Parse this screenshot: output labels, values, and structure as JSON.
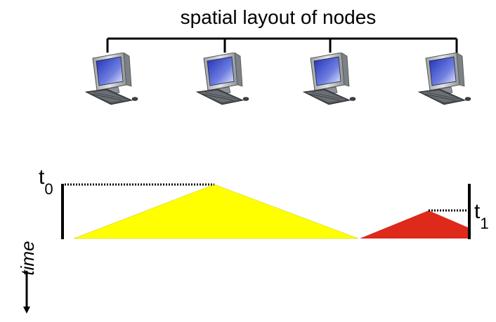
{
  "title": "spatial layout of nodes",
  "time_label": "time",
  "marker_start": {
    "base": "t",
    "sub": "0"
  },
  "marker_end": {
    "base": "t",
    "sub": "1"
  },
  "node_count": 4,
  "colors": {
    "first_transmission": "#ffff00",
    "second_transmission": "#dd2a1b",
    "line": "#000000",
    "screen": "#3344cc",
    "monitor_body": "#c9ccd0"
  },
  "icons": [
    "computer-icon",
    "down-arrow-icon"
  ]
}
